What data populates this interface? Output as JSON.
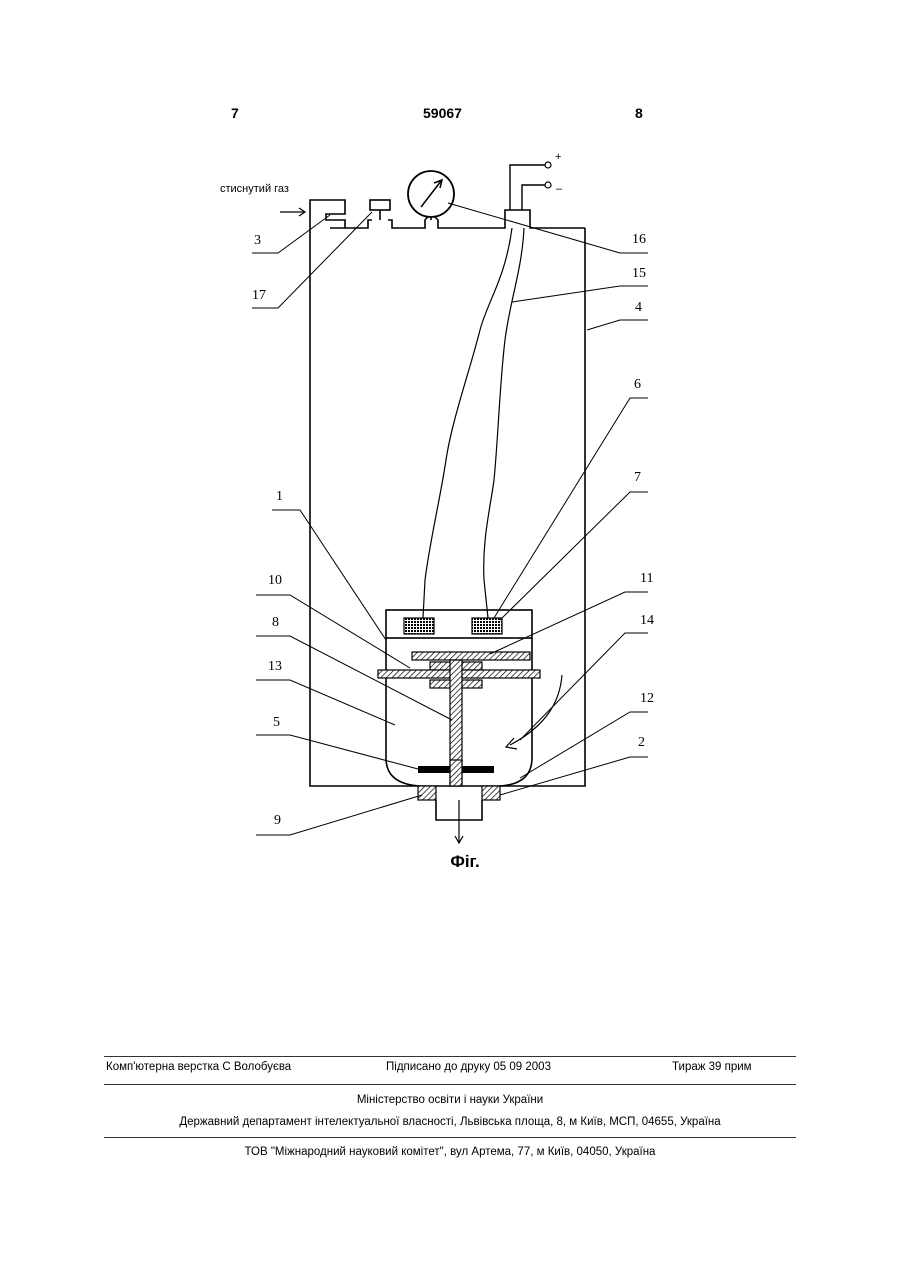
{
  "header": {
    "left_page": "7",
    "patent_number": "59067",
    "right_page": "8"
  },
  "figure": {
    "gas_label": "стиснутий газ",
    "plus_sign": "+",
    "minus_sign": "–",
    "caption": "Фіг.",
    "callouts": [
      "3",
      "17",
      "16",
      "15",
      "4",
      "6",
      "7",
      "1",
      "10",
      "11",
      "8",
      "14",
      "13",
      "12",
      "5",
      "2",
      "9"
    ]
  },
  "footer": {
    "typesetting": "Комп'ютерна верстка С  Волобуєва",
    "signed": "Підписано до друку 05 09 2003",
    "circulation": "Тираж 39 прим",
    "ministry": "Міністерство освіти і науки України",
    "department": "Державний департамент інтелектуальної власності, Львівська площа, 8, м  Київ, МСП, 04655, Україна",
    "publisher": "ТОВ \"Міжнародний науковий комітет\", вул  Артема, 77, м  Київ, 04050, Україна"
  }
}
